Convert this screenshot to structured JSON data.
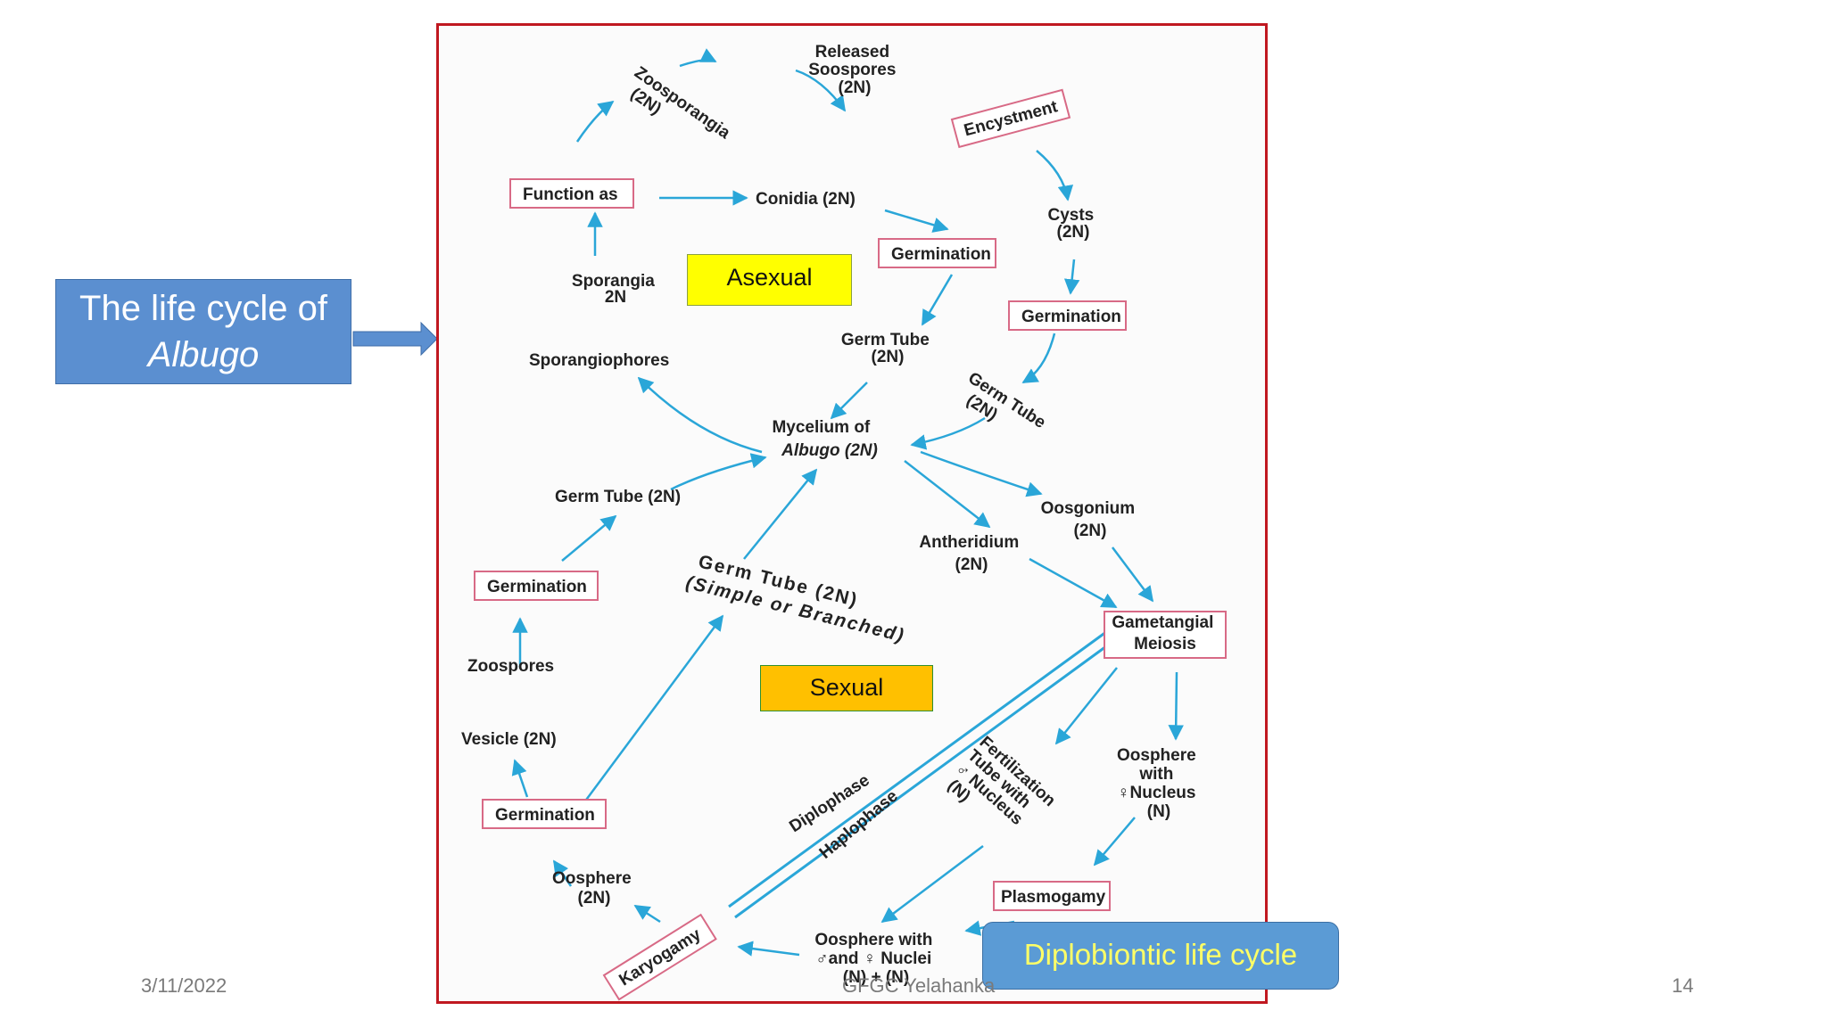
{
  "callout": {
    "line1": "The life cycle of",
    "line2": "Albugo"
  },
  "labels": {
    "asexual": "Asexual",
    "sexual": "Sexual",
    "diplobiontic": "Diplobiontic life cycle"
  },
  "footer": {
    "date": "3/11/2022",
    "center": "GFGC Yelahanka",
    "page": "14"
  },
  "diagram": {
    "released": [
      "Released",
      "Soospores",
      "(2N)"
    ],
    "zoosporangia": [
      "Zoosporangia",
      "(2N)"
    ],
    "encystment": "Encystment",
    "function_as": "Function as",
    "conidia": "Conidia (2N)",
    "cysts": [
      "Cysts",
      "(2N)"
    ],
    "germination": "Germination",
    "sporangia": [
      "Sporangia",
      "2N"
    ],
    "germ_tube_right": [
      "Germ Tube",
      "(2N)"
    ],
    "germ_tube_diag": [
      "Germ Tube",
      "(2N)"
    ],
    "sporangiophores": "Sporangiophores",
    "mycelium": [
      "Mycelium of",
      "Albugo (2N)"
    ],
    "germ_tube_left": "Germ Tube (2N)",
    "oosgonium": [
      "Oosgonium",
      "(2N)"
    ],
    "antheridium": [
      "Antheridium",
      "(2N)"
    ],
    "germ_tube_branched": [
      "Germ Tube (2N)",
      "(Simple or Branched)"
    ],
    "gametangial": [
      "Gametangial",
      "Meiosis"
    ],
    "zoospores": "Zoospores",
    "vesicle": "Vesicle (2N)",
    "diplophase": "Diplophase",
    "haplophase": "Haplophase",
    "fertilization": [
      "Fertilization",
      "Tube with",
      "♂ Nucleus",
      "(N)"
    ],
    "oosphere_nucleus": [
      "Oosphere",
      "with",
      "♀Nucleus",
      "(N)"
    ],
    "oosphere_2n": [
      "Oosphere",
      "(2N)"
    ],
    "plasmogamy": "Plasmogamy",
    "karyogamy": "Karyogamy",
    "oosphere_nuclei": [
      "Oosphere with",
      "♂and ♀ Nuclei",
      "(N) + (N)"
    ]
  }
}
